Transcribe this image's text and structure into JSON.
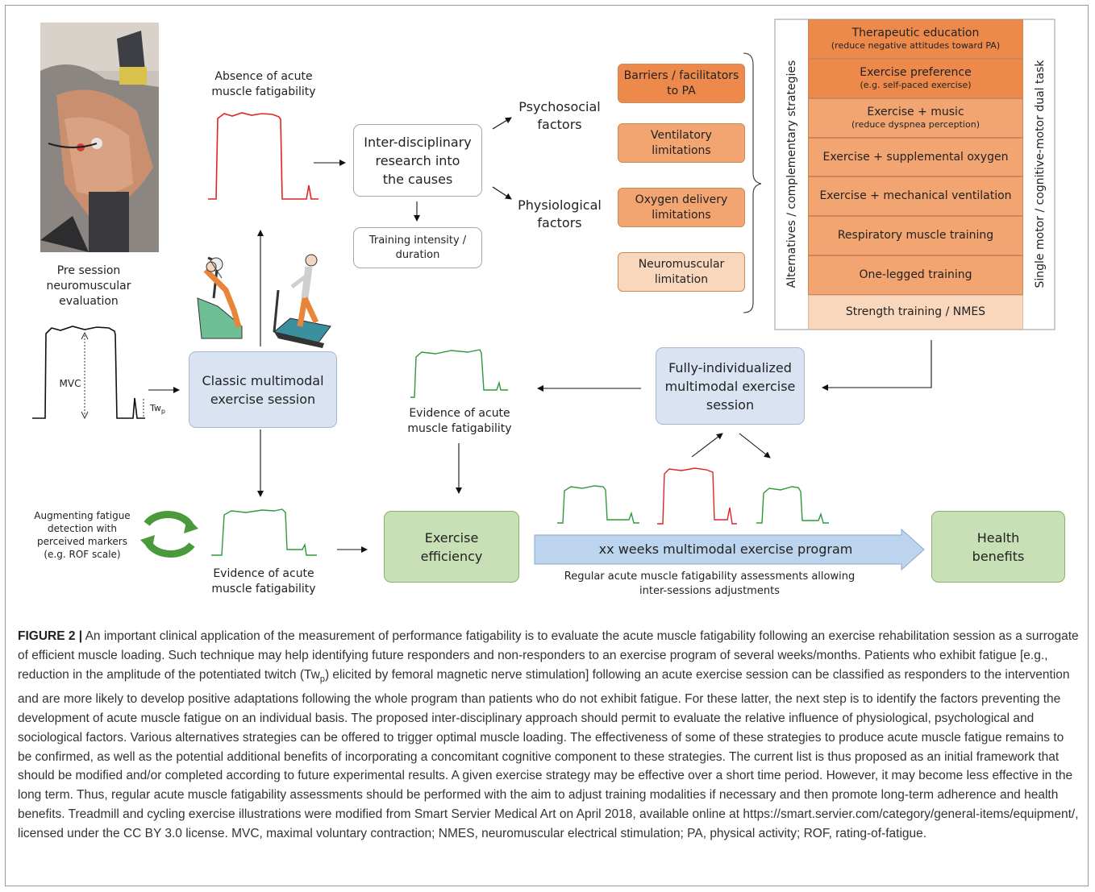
{
  "colors": {
    "red_trace": "#e02424",
    "green_trace": "#2f9a3a",
    "black_trace": "#111111",
    "orange_dark": "#ed8a4b",
    "orange_mid": "#f2a571",
    "orange_light": "#f9d7bd",
    "blue_box": "#dae3f2",
    "green_box": "#c8e0b5",
    "arrow_fill": "#bcd4ee"
  },
  "photo": {
    "label": "photo-of-leg-with-electrodes"
  },
  "labels": {
    "absence_fatigability": "Absence of acute\nmuscle fatigability",
    "pre_session": "Pre session\nneuromuscular\nevaluation",
    "mvc": "MVC",
    "twp": "Tw",
    "twp_sub": "p",
    "evidence_top": "Evidence of acute\nmuscle fatigability",
    "evidence_bottom": "Evidence of acute\nmuscle fatigability",
    "augmenting": "Augmenting fatigue\ndetection with\nperceived markers\n(e.g. ROF scale)",
    "psychosocial": "Psychosocial\nfactors",
    "physiological": "Physiological\nfactors",
    "regular_assessments": "Regular acute muscle fatigability assessments  allowing\ninter-sessions adjustments",
    "alternatives": "Alternatives / complementary strategies",
    "single_motor": "Single motor / cognitive-motor dual task"
  },
  "boxes": {
    "inter_disciplinary": "Inter-disciplinary\nresearch into\nthe causes",
    "training_intensity": "Training intensity /\nduration",
    "classic_session": "Classic multimodal\nexercise session",
    "fully_individualized": "Fully-individualized\nmultimodal exercise\nsession",
    "exercise_efficiency": "Exercise\nefficiency",
    "program": "xx weeks multimodal exercise program",
    "health_benefits": "Health\nbenefits"
  },
  "factors": [
    {
      "label": "Barriers / facilitators\nto PA",
      "shade": "dark"
    },
    {
      "label": "Ventilatory\nlimitations",
      "shade": "mid"
    },
    {
      "label": "Oxygen delivery\nlimitations",
      "shade": "mid"
    },
    {
      "label": "Neuromuscular\nlimitation",
      "shade": "light"
    }
  ],
  "strategies": [
    {
      "label": "Therapeutic education",
      "sub": "(reduce negative attitudes toward PA)",
      "shade": "dark"
    },
    {
      "label": "Exercise preference",
      "sub": "(e.g. self-paced exercise)",
      "shade": "dark"
    },
    {
      "label": "Exercise + music",
      "sub": "(reduce dyspnea perception)",
      "shade": "mid"
    },
    {
      "label": "Exercise + supplemental oxygen",
      "sub": "",
      "shade": "mid"
    },
    {
      "label": "Exercise + mechanical ventilation",
      "sub": "",
      "shade": "mid"
    },
    {
      "label": "Respiratory muscle training",
      "sub": "",
      "shade": "mid"
    },
    {
      "label": "One-legged training",
      "sub": "",
      "shade": "mid"
    },
    {
      "label": "Strength training / NMES",
      "sub": "",
      "shade": "light"
    }
  ],
  "icons": {
    "cycling": "cycling-exercise-illustration",
    "treadmill": "treadmill-exercise-illustration",
    "cycle": "circular-arrows-icon"
  },
  "caption": {
    "label": "FIGURE 2 |",
    "text": " An important clinical application of the measurement of performance fatigability is to evaluate the acute muscle fatigability following an exercise rehabilitation session as a surrogate of efficient muscle loading. Such technique may help identifying future responders and non-responders to an exercise program of several weeks/months. Patients who exhibit fatigue [e.g., reduction in the amplitude of the potentiated twitch (Tw",
    "sub": "p",
    "text2": ") elicited by femoral magnetic nerve stimulation] following an acute exercise session can be classified as responders to the intervention and are more likely to develop positive adaptations following the whole program than patients who do not exhibit fatigue. For these latter, the next step is to identify the factors preventing the development of acute muscle fatigue on an individual basis. The proposed inter-disciplinary approach should permit to evaluate the relative influence of physiological, psychological and sociological factors. Various alternatives strategies can be offered to trigger optimal muscle loading. The effectiveness of some of these strategies to produce acute muscle fatigue remains to be confirmed, as well as the potential additional benefits of incorporating a concomitant cognitive component to these strategies. The current list is thus proposed as an initial framework that should be modified and/or completed according to future experimental results. A given exercise strategy may be effective over a short time period. However, it may become less effective in the long term. Thus, regular acute muscle fatigability assessments should be performed with the aim to adjust training modalities if necessary and then promote long-term adherence and health benefits. Treadmill and cycling exercise illustrations were modified from Smart Servier Medical Art on April 2018, available online at https://smart.servier.com/category/general-items/equipment/, licensed under the CC BY 3.0 license. MVC, maximal voluntary contraction; NMES, neuromuscular electrical stimulation; PA, physical activity; ROF, rating-of-fatigue."
  }
}
